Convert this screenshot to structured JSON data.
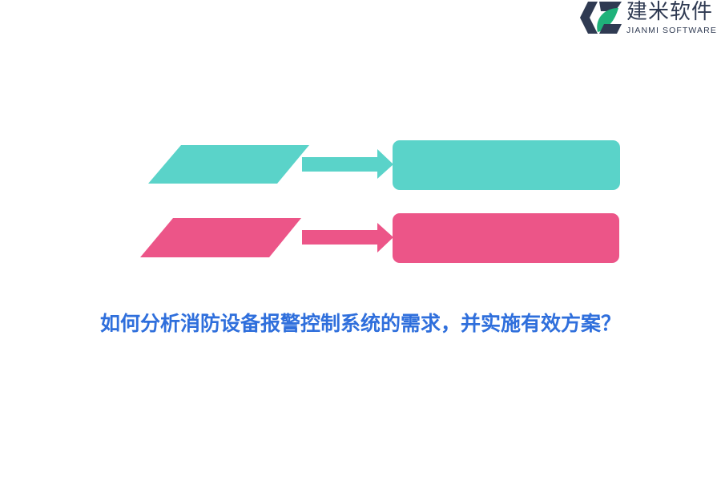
{
  "brand": {
    "name_cn": "建米软件",
    "name_en": "JIANMI SOFTWARE",
    "logo_icon": "jianmi-logo-icon",
    "colors": {
      "dark": "#2f3a52",
      "green": "#1fb27a"
    }
  },
  "diagram": {
    "rows": [
      {
        "color": "#5ad3c9",
        "shape_icon": "parallelogram",
        "arrow_icon": "arrow-right-icon",
        "box_icon": "rounded-rectangle"
      },
      {
        "color": "#ec5588",
        "shape_icon": "parallelogram",
        "arrow_icon": "arrow-right-icon",
        "box_icon": "rounded-rectangle"
      }
    ]
  },
  "question": {
    "text": "如何分析消防设备报警控制系统的需求，并实施有效方案？",
    "color": "#2f6fdc"
  }
}
